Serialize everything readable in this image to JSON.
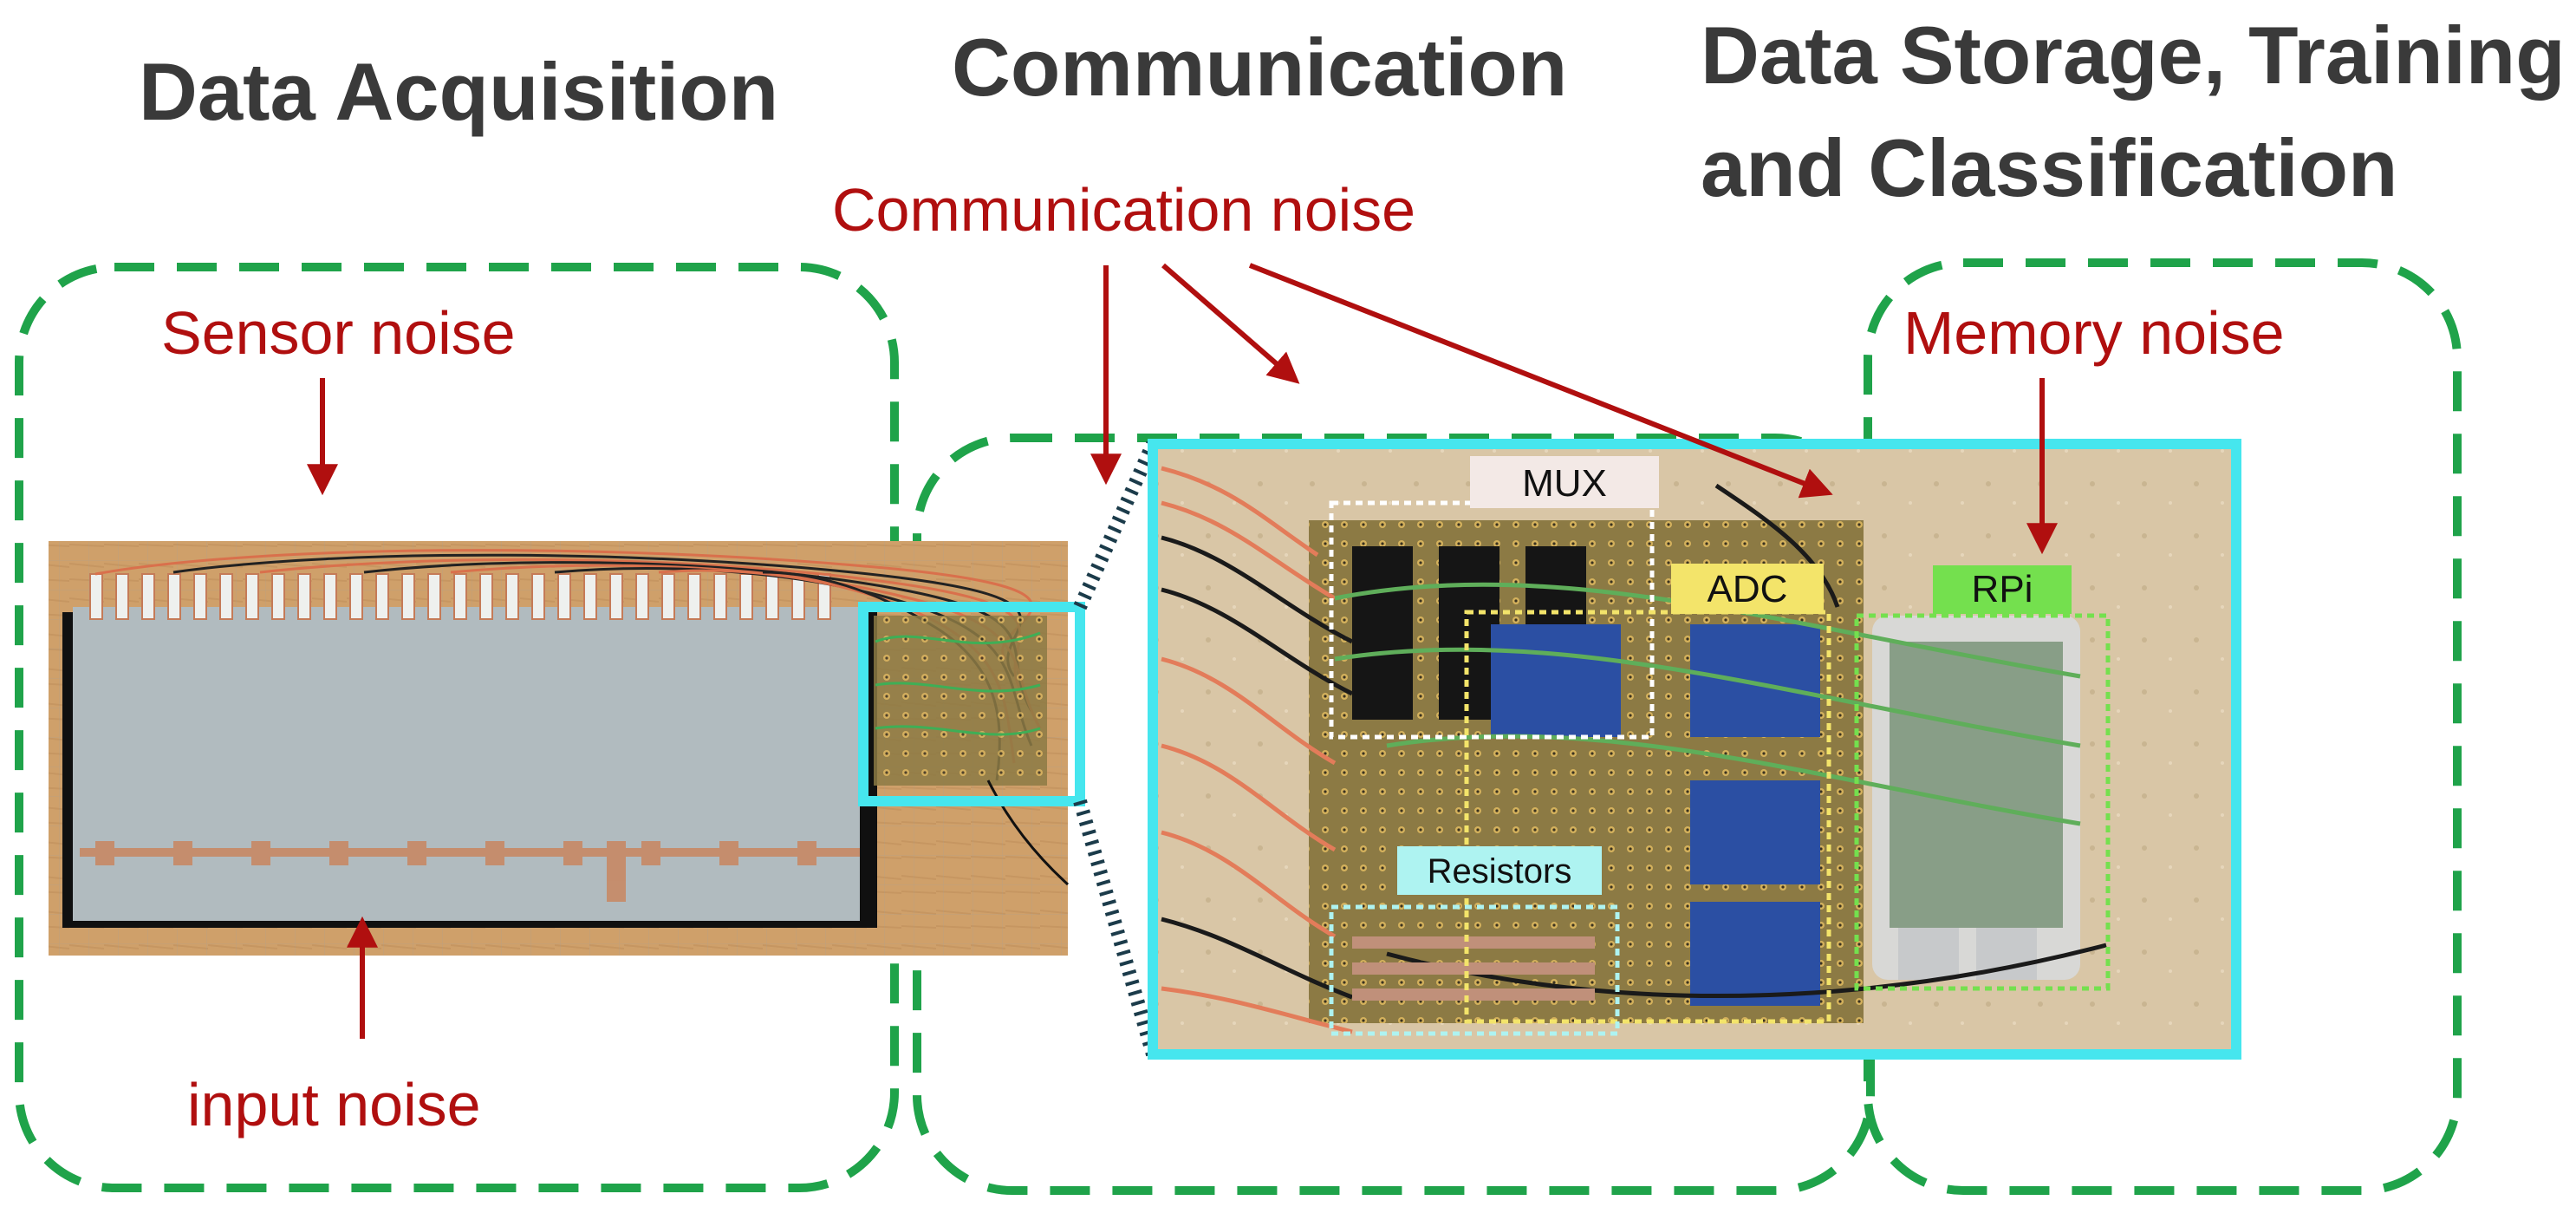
{
  "sections": {
    "acquisition": "Data Acquisition",
    "communication": "Communication",
    "storage_line1": "Data Storage, Training",
    "storage_line2": "and Classification"
  },
  "noise_labels": {
    "sensor": "Sensor noise",
    "input": "input noise",
    "communication": "Communication noise",
    "memory": "Memory noise"
  },
  "component_tags": {
    "mux": "MUX",
    "adc": "ADC",
    "rpi": "RPi",
    "resistors": "Resistors"
  },
  "colors": {
    "section_border": "#1fa34a",
    "noise": "#b00f0f",
    "zoom_frame": "#46e6ee",
    "mux_tag": "#f3e9e6",
    "adc_tag": "#f3e46a",
    "rpi_tag": "#74e04e",
    "resistors_tag": "#aef3f1"
  }
}
